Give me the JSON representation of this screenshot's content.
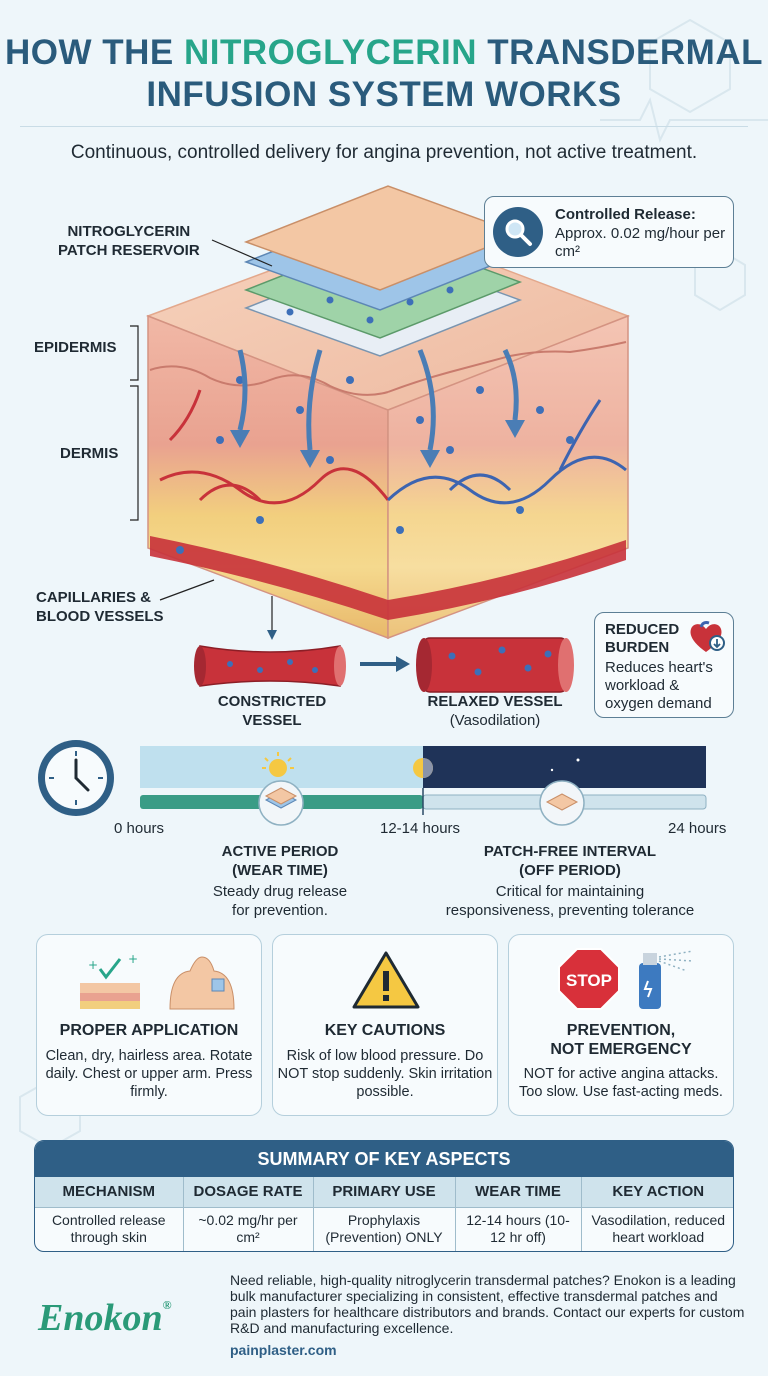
{
  "title": {
    "line1_a": "HOW THE ",
    "line1_b": "NITROGLYCERIN",
    "line1_c": " TRANSDERMAL",
    "line2": "INFUSION SYSTEM WORKS"
  },
  "subtitle": "Continuous, controlled delivery for angina prevention, not active treatment.",
  "diagram": {
    "label_patch": "NITROGLYCERIN\nPATCH RESERVOIR",
    "label_epidermis": "EPIDERMIS",
    "label_dermis": "DERMIS",
    "label_capillaries": "CAPILLARIES &\nBLOOD VESSELS",
    "callout_title": "Controlled Release:",
    "callout_text": "Approx. 0.02 mg/hour per cm²",
    "constricted_label": "CONSTRICTED\nVESSEL",
    "relaxed_label": "RELAXED VESSEL",
    "relaxed_sub": "(Vasodilation)",
    "burden_title": "REDUCED BURDEN",
    "burden_text": "Reduces heart's workload & oxygen demand"
  },
  "timeline": {
    "tick_0": "0 hours",
    "tick_mid": "12-14 hours",
    "tick_end": "24 hours",
    "active_head": "ACTIVE PERIOD\n(WEAR TIME)",
    "active_desc": "Steady drug release\nfor prevention.",
    "off_head": "PATCH-FREE INTERVAL\n(OFF PERIOD)",
    "off_desc": "Critical for maintaining\nresponsiveness, preventing tolerance"
  },
  "cards": [
    {
      "title": "PROPER APPLICATION",
      "text": "Clean, dry, hairless area. Rotate daily. Chest or upper arm. Press firmly."
    },
    {
      "title": "KEY CAUTIONS",
      "text": "Risk of low blood pressure. Do NOT stop suddenly. Skin irritation possible."
    },
    {
      "title": "PREVENTION,\nNOT EMERGENCY",
      "text": "NOT for active angina attacks. Too slow. Use fast-acting meds.",
      "sign": "STOP"
    }
  ],
  "summary": {
    "title": "SUMMARY OF KEY ASPECTS",
    "headers": [
      "MECHANISM",
      "DOSAGE RATE",
      "PRIMARY USE",
      "WEAR TIME",
      "KEY ACTION"
    ],
    "row": [
      "Controlled release through skin",
      "~0.02 mg/hr per cm²",
      "Prophylaxis (Prevention) ONLY",
      "12-14 hours (10-12 hr off)",
      "Vasodilation, reduced heart workload"
    ]
  },
  "footer": {
    "brand": "Enokon",
    "reg": "®",
    "text": "Need reliable, high-quality nitroglycerin transdermal patches? Enokon is a leading bulk manufacturer specializing in consistent, effective transdermal patches and pain plasters for healthcare distributors and brands. Contact our experts for custom R&D and manufacturing excellence.",
    "url": "painplaster.com"
  },
  "colors": {
    "title_blue": "#2a5b7c",
    "title_green": "#27a58a",
    "navy": "#2f5f86",
    "night": "#1f3358",
    "day": "#bfe0ee",
    "active_bar": "#3a9c86"
  }
}
